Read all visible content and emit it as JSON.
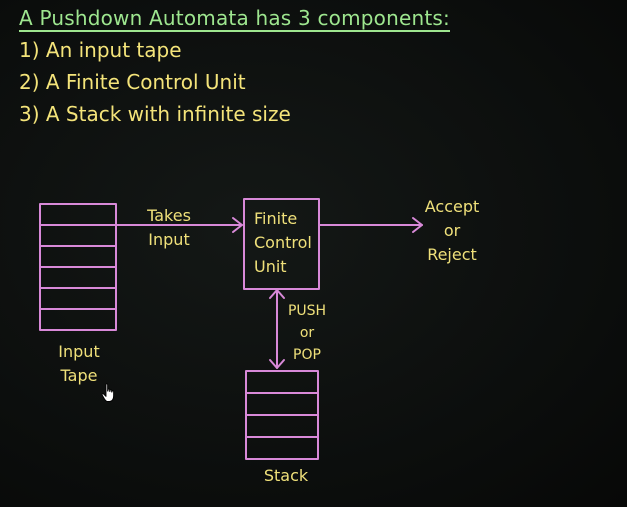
{
  "heading": "A Pushdown Automata has 3 components:",
  "points": [
    "1) An input tape",
    "2) A Finite Control Unit",
    "3) A Stack with infinite size"
  ],
  "diagram": {
    "input_tape_label": {
      "line1": "Input",
      "line2": "Tape"
    },
    "takes_input_label": {
      "line1": "Takes",
      "line2": "Input"
    },
    "fcu_label": {
      "line1": "Finite",
      "line2": "Control",
      "line3": "Unit"
    },
    "result_label": {
      "line1": "Accept",
      "line2": "or",
      "line3": "Reject"
    },
    "stack_op_label": {
      "line1": "PUSH",
      "line2": "or",
      "line3": "POP"
    },
    "stack_label": "Stack"
  },
  "colors": {
    "background": "#0c0f0d",
    "heading": "#9ee68f",
    "text": "#f4e47a",
    "lines": "#d889d8"
  }
}
